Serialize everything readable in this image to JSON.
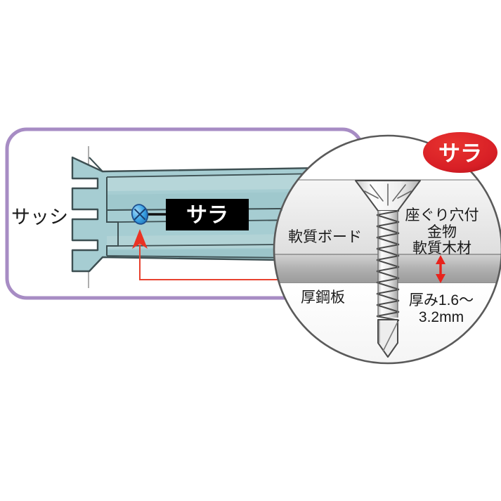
{
  "figure": {
    "type": "technical-cross-section-diagram",
    "subject": "self-drilling countersunk (flat-head) screw fastening illustration",
    "background_color": "#ffffff"
  },
  "frame": {
    "border_color": "#a78cc4",
    "fill_color": "#ffffff",
    "corner_radius": 28
  },
  "left_panel": {
    "sash_label": "サッシ",
    "callout_label": "サラ",
    "callout_box_color": "#000000",
    "callout_text_color": "#ffffff",
    "profile_fill": "#a6cdd2",
    "profile_fill_light": "#b9d8da",
    "profile_fill_dark": "#96c2c6",
    "profile_stroke": "#3d4f52",
    "screw_marker_color": "#3aa3e3",
    "screw_marker_stroke": "#1d4f8f",
    "leader_line_color": "#e8422f",
    "center_line_color": "#8a8a8a"
  },
  "detail_circle": {
    "badge_label": "サラ",
    "badge_color": "#d81f26",
    "badge_text_color": "#ffffff",
    "circle_border_color": "#5a5a5a",
    "circle_fill": "#ffffff",
    "layers": [
      {
        "name": "soft-board",
        "label": "軟質ボード",
        "fill_top": "#f2f2f2",
        "fill_bottom": "#e2e2e2"
      },
      {
        "name": "thick-steel-plate-band",
        "label": "",
        "fill_top": "#cfcfcf",
        "fill_bottom": "#9e9e9e"
      },
      {
        "name": "thick-steel-plate",
        "label": "厚鋼板",
        "fill_top": "#ffffff",
        "fill_bottom": "#ffffff"
      }
    ],
    "right_labels": [
      "座ぐり穴付",
      "金物",
      "軟質木材"
    ],
    "thickness_label_line1": "厚み1.6〜",
    "thickness_label_line2": "3.2mm",
    "dimension_arrow_color": "#e8231c",
    "screw_body_color": "#f4f4f4",
    "screw_stroke_color": "#4a4a4a"
  }
}
